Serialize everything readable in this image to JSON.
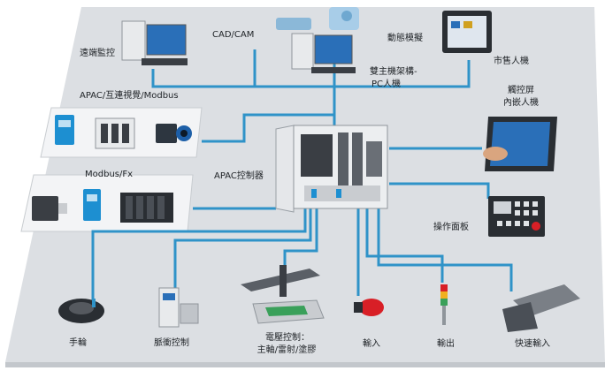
{
  "labels": {
    "remote_monitor": "遠端監控",
    "cad_cam": "CAD/CAM",
    "motion_sim": "動態模擬",
    "dual_host_line1": "雙主機架構-",
    "dual_host_line2": "PC人機",
    "hmi": "市售人機",
    "touch_line1": "觸控屏",
    "touch_line2": "內嵌人機",
    "apac_vision_modbus": "APAC/互連視覺/Modbus",
    "modbus_fx": "Modbus/Fx",
    "apac_controller": "APAC控制器",
    "operation_panel": "操作面板",
    "handwheel": "手輪",
    "pulse_control": "脈衝控制",
    "voltage_line1": "電壓控制：",
    "voltage_line2": "主軸/雷射/塗膠",
    "input": "輸入",
    "output": "輸出",
    "fast_input": "快速輸入"
  },
  "colors": {
    "wire": "#2f93c8",
    "floor": "#dcdfe3",
    "device_dark": "#2a2e33",
    "device_light": "#e8eaec",
    "screen": "#2a6fb8",
    "module": "#1d8fd1",
    "alarm_red": "#d81f26"
  },
  "icons": [
    "monitor-pc-icon",
    "cad-cam-pc-icon",
    "motion-sim-icon",
    "pc-hmi-icon",
    "hmi-panel-icon",
    "touch-screen-icon",
    "io-module-icon",
    "camera-icon",
    "servo-motor-icon",
    "operation-panel-icon",
    "handwheel-icon",
    "driver-icon",
    "gantry-machine-icon",
    "emergency-button-icon",
    "signal-tower-icon",
    "fast-input-icon"
  ]
}
